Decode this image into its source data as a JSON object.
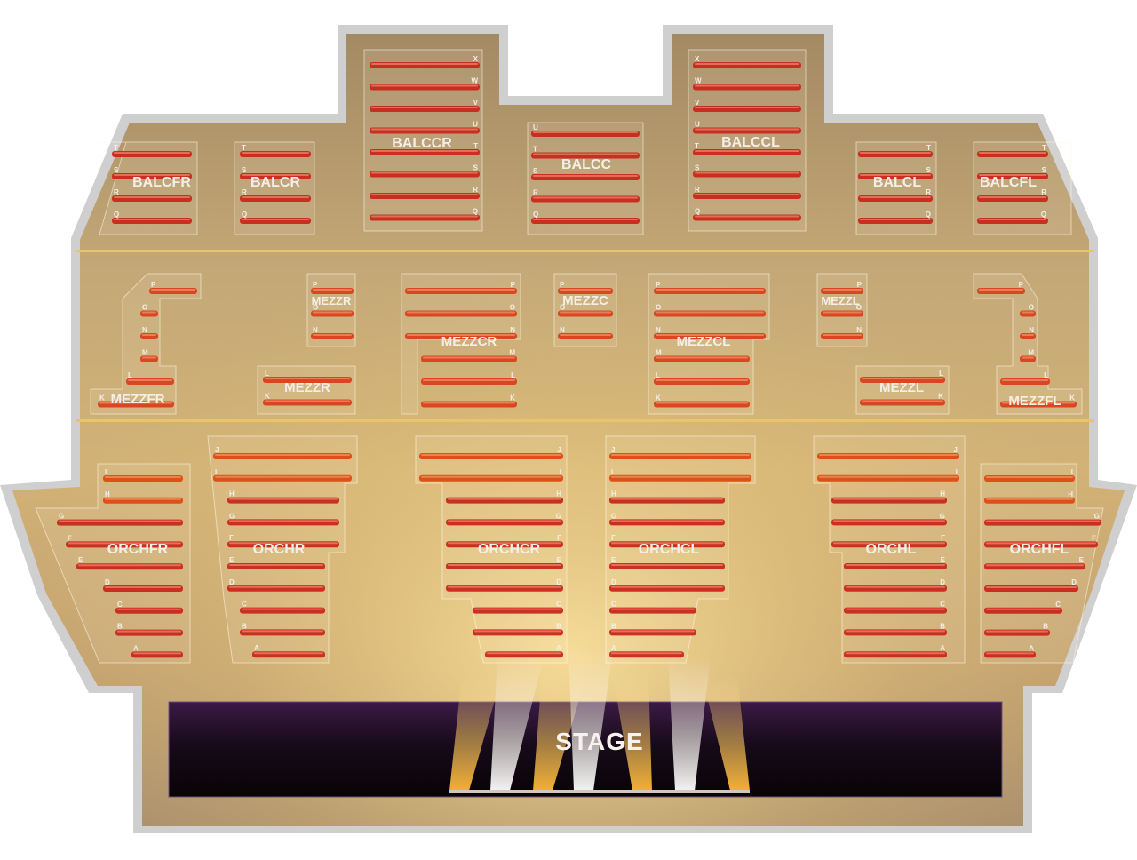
{
  "stage": {
    "label": "STAGE"
  },
  "sections": [
    {
      "id": "BALCFR",
      "label": "BALCFR",
      "rows": [
        "T",
        "S",
        "R",
        "Q"
      ]
    },
    {
      "id": "BALCR",
      "label": "BALCR",
      "rows": [
        "T",
        "S",
        "R",
        "Q"
      ]
    },
    {
      "id": "BALCCR",
      "label": "BALCCR",
      "rows": [
        "X",
        "W",
        "V",
        "U",
        "T",
        "S",
        "R",
        "Q"
      ]
    },
    {
      "id": "BALCC",
      "label": "BALCC",
      "rows": [
        "U",
        "T",
        "S",
        "R",
        "Q"
      ]
    },
    {
      "id": "BALCCL",
      "label": "BALCCL",
      "rows": [
        "X",
        "W",
        "V",
        "U",
        "T",
        "S",
        "R",
        "Q"
      ]
    },
    {
      "id": "BALCL",
      "label": "BALCL",
      "rows": [
        "T",
        "S",
        "R",
        "Q"
      ]
    },
    {
      "id": "BALCFL",
      "label": "BALCFL",
      "rows": [
        "T",
        "S",
        "R",
        "Q"
      ]
    },
    {
      "id": "MEZZFR",
      "label": "MEZZFR",
      "rows": [
        "P",
        "O",
        "N",
        "M",
        "L",
        "K"
      ]
    },
    {
      "id": "MEZZR-upper",
      "label": "MEZZR",
      "rows": [
        "P",
        "O",
        "N"
      ]
    },
    {
      "id": "MEZZR-lower",
      "label": "MEZZR",
      "rows": [
        "L",
        "K"
      ]
    },
    {
      "id": "MEZZCR",
      "label": "MEZZCR",
      "rows": [
        "P",
        "O",
        "N",
        "M",
        "L",
        "K"
      ]
    },
    {
      "id": "MEZZC",
      "label": "MEZZC",
      "rows": [
        "P",
        "O",
        "N"
      ]
    },
    {
      "id": "MEZZCL",
      "label": "MEZZCL",
      "rows": [
        "P",
        "O",
        "N",
        "M",
        "L",
        "K"
      ]
    },
    {
      "id": "MEZZL-upper",
      "label": "MEZZL",
      "rows": [
        "P",
        "O",
        "N"
      ]
    },
    {
      "id": "MEZZL-lower",
      "label": "MEZZL",
      "rows": [
        "L",
        "K"
      ]
    },
    {
      "id": "MEZZFL",
      "label": "MEZZFL",
      "rows": [
        "P",
        "O",
        "N",
        "M",
        "L",
        "K"
      ]
    },
    {
      "id": "ORCHFR",
      "label": "ORCHFR",
      "rows": [
        "I",
        "H",
        "G",
        "F",
        "E",
        "D",
        "C",
        "B",
        "A"
      ]
    },
    {
      "id": "ORCHR",
      "label": "ORCHR",
      "rows": [
        "J",
        "I",
        "H",
        "G",
        "F",
        "E",
        "D",
        "C",
        "B",
        "A"
      ]
    },
    {
      "id": "ORCHCR",
      "label": "ORCHCR",
      "rows": [
        "J",
        "I",
        "H",
        "G",
        "F",
        "E",
        "D",
        "C",
        "B",
        "A"
      ]
    },
    {
      "id": "ORCHCL",
      "label": "ORCHCL",
      "rows": [
        "J",
        "I",
        "H",
        "G",
        "F",
        "E",
        "D",
        "C",
        "B",
        "A"
      ]
    },
    {
      "id": "ORCHL",
      "label": "ORCHL",
      "rows": [
        "J",
        "I",
        "H",
        "G",
        "F",
        "E",
        "D",
        "C",
        "B",
        "A"
      ]
    },
    {
      "id": "ORCHFL",
      "label": "ORCHFL",
      "rows": [
        "I",
        "H",
        "G",
        "F",
        "E",
        "D",
        "C",
        "B",
        "A"
      ]
    }
  ],
  "colors": {
    "outline": "#c9c9c9",
    "floor": "#b9a07c",
    "seat_row": "#c8281c",
    "seat_row_orch": "#dd4a12",
    "stage": "#1b0d1f",
    "divider": "#e7c267"
  }
}
